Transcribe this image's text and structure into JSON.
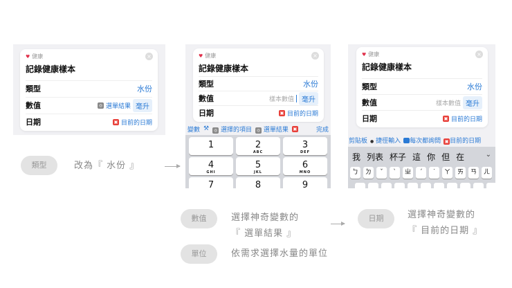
{
  "card": {
    "app": "健康",
    "title": "記錄健康樣本",
    "type_label": "類型",
    "type_value": "水份",
    "value_label": "數值",
    "value_var": "選單結果",
    "unit": "毫升",
    "date_label": "日期",
    "date_var": "目前的日期",
    "value_placeholder": "樣本數值"
  },
  "panel2": {
    "toolbar": {
      "variables": "變數",
      "selected_item": "選擇的項目",
      "menu_result": "選單結果",
      "done": "完成"
    },
    "keys": [
      {
        "n": "1",
        "l": ""
      },
      {
        "n": "2",
        "l": "ABC"
      },
      {
        "n": "3",
        "l": "DEF"
      },
      {
        "n": "4",
        "l": "GHI"
      },
      {
        "n": "5",
        "l": "JKL"
      },
      {
        "n": "6",
        "l": "MNO"
      },
      {
        "n": "7",
        "l": ""
      },
      {
        "n": "8",
        "l": ""
      },
      {
        "n": "9",
        "l": ""
      }
    ]
  },
  "panel3": {
    "toolbar": {
      "clipboard": "剪貼板",
      "shortcut_input": "捷徑輸入",
      "ask_each_time": "每次都詢問",
      "current_date": "目前的日期"
    },
    "candidates": [
      "我",
      "列表",
      "杯子",
      "這",
      "你",
      "但",
      "在"
    ],
    "zhuyin": [
      "ㄅ",
      "ㄉ",
      "ˇ",
      "ˋ",
      "ㄓ",
      "ˊ",
      "˙",
      "ㄚ",
      "ㄞ",
      "ㄢ",
      "ㄦ"
    ]
  },
  "notes": {
    "type_pill": "類型",
    "type_desc": "改為『 水份 』",
    "value_pill": "數值",
    "value_desc_1": "選擇神奇變數的",
    "value_desc_2": "『 選單結果 』",
    "unit_pill": "單位",
    "unit_desc": "依需求選擇水量的單位",
    "date_pill": "日期",
    "date_desc_1": "選擇神奇變數的",
    "date_desc_2": "『 目前的日期 』"
  },
  "colors": {
    "accent": "#2a7ad5",
    "heart": "#e0314b",
    "date_icon": "#e8403a"
  }
}
